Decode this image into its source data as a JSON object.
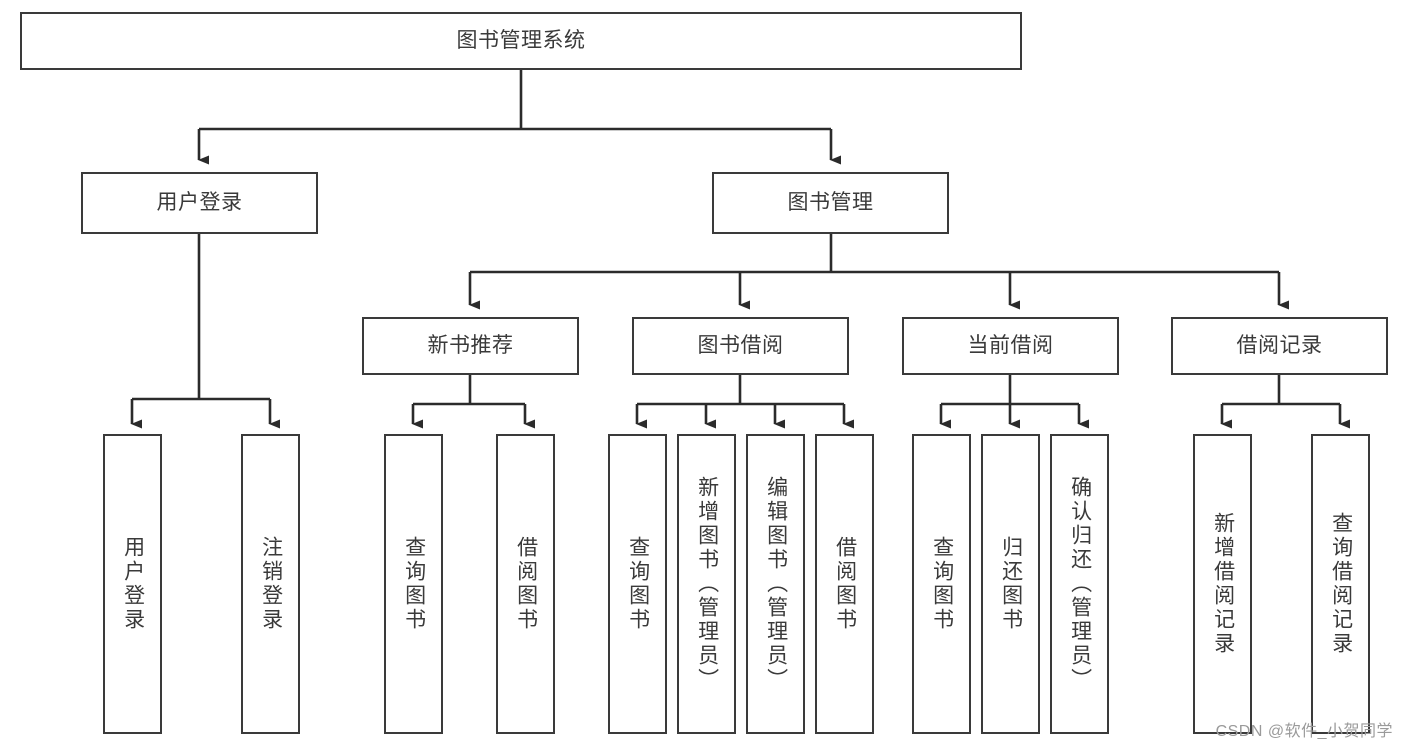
{
  "diagram": {
    "title": "图书管理系统",
    "type": "tree-hierarchy-diagram",
    "colors": {
      "box_border": "#3a3a3a",
      "box_fill": "#ffffff",
      "connector": "#2b2b2b",
      "text": "#3a3a3a",
      "watermark": "#9a9a9a",
      "background": "#ffffff"
    },
    "root": {
      "label": "图书管理系统"
    },
    "level2": [
      {
        "label": "用户登录"
      },
      {
        "label": "图书管理"
      }
    ],
    "level3": [
      {
        "label": "新书推荐"
      },
      {
        "label": "图书借阅"
      },
      {
        "label": "当前借阅"
      },
      {
        "label": "借阅记录"
      }
    ],
    "leaves": {
      "user_login": [
        {
          "label": "用户登录"
        },
        {
          "label": "注销登录"
        }
      ],
      "new_book_recommend": [
        {
          "label": "查询图书"
        },
        {
          "label": "借阅图书"
        }
      ],
      "book_borrow": [
        {
          "label": "查询图书"
        },
        {
          "label": "新增图书（管理员）"
        },
        {
          "label": "编辑图书（管理员）"
        },
        {
          "label": "借阅图书"
        }
      ],
      "current_borrow": [
        {
          "label": "查询图书"
        },
        {
          "label": "归还图书"
        },
        {
          "label": "确认归还（管理员）"
        }
      ],
      "borrow_record": [
        {
          "label": "新增借阅记录"
        },
        {
          "label": "查询借阅记录"
        }
      ]
    }
  },
  "watermark": {
    "text": "CSDN @软件_小贺同学"
  }
}
